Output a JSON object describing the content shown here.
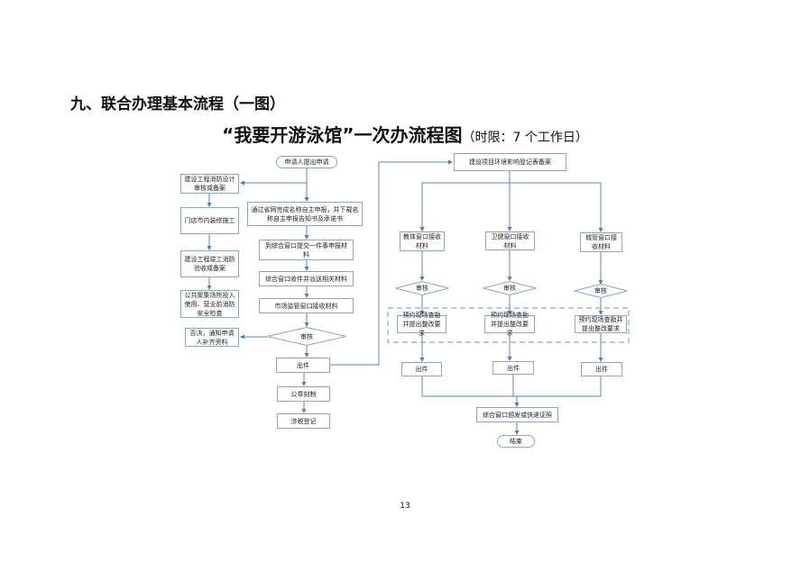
{
  "heading": "九、联合办理基本流程（一图）",
  "title": {
    "main": "“我要开游泳馆”一次办流程图",
    "sub": "（时限：7 个工作日）"
  },
  "flow": {
    "start": "申请人提出申请",
    "left": [
      "建设工程消防设计审核或备案",
      "门店市内装修施工",
      "建设工程竣工消防验收或备案",
      "公共聚集场所投入使用、营业前消防安全检查"
    ],
    "reject": "否决，通知申请人补齐资料",
    "center": [
      "通过省网完成名称自主申报，并下载名称自主申报告知书及承诺书",
      "到综合窗口提交一件事申报材料",
      "综合窗口收件并派送相关材料",
      "市场监管窗口接收材料"
    ],
    "review": "审核",
    "issue": "出件",
    "seal": "公章刻制",
    "tax": "涉税登记",
    "env": "建设项目环境影响登记表备案",
    "windows": [
      "教体窗口接收材料",
      "卫健窗口接收材料",
      "城管窗口接收材料"
    ],
    "inspect": "预约现场查勘并提出整改要求",
    "final": "综合窗口颁发或快递证照",
    "end": "结束"
  },
  "page_number": "13"
}
